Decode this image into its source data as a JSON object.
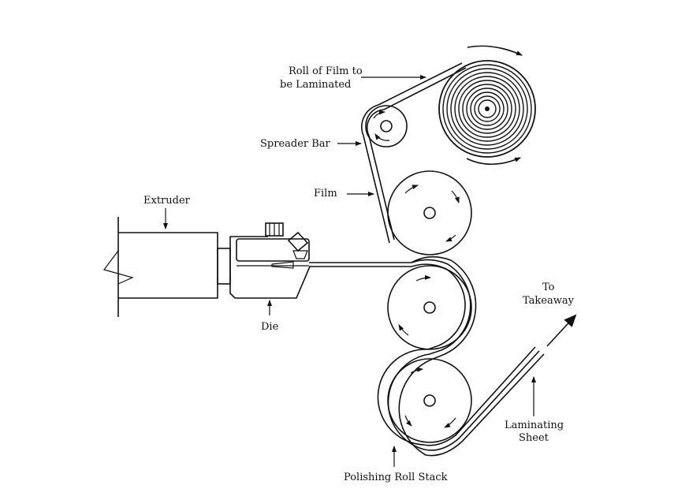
{
  "labels": {
    "roll_of_film_line1": "Roll of Film to",
    "roll_of_film_line2": "be Laminated",
    "spreader_bar": "Spreader Bar",
    "film": "Film",
    "extruder": "Extruder",
    "die": "Die",
    "to_takeaway_line1": "To",
    "to_takeaway_line2": "Takeaway",
    "laminating_line1": "Laminating",
    "laminating_line2": "Sheet",
    "polishing_roll_stack": "Polishing Roll Stack"
  },
  "colors": {
    "ink": "#111111",
    "background": "#ffffff"
  }
}
